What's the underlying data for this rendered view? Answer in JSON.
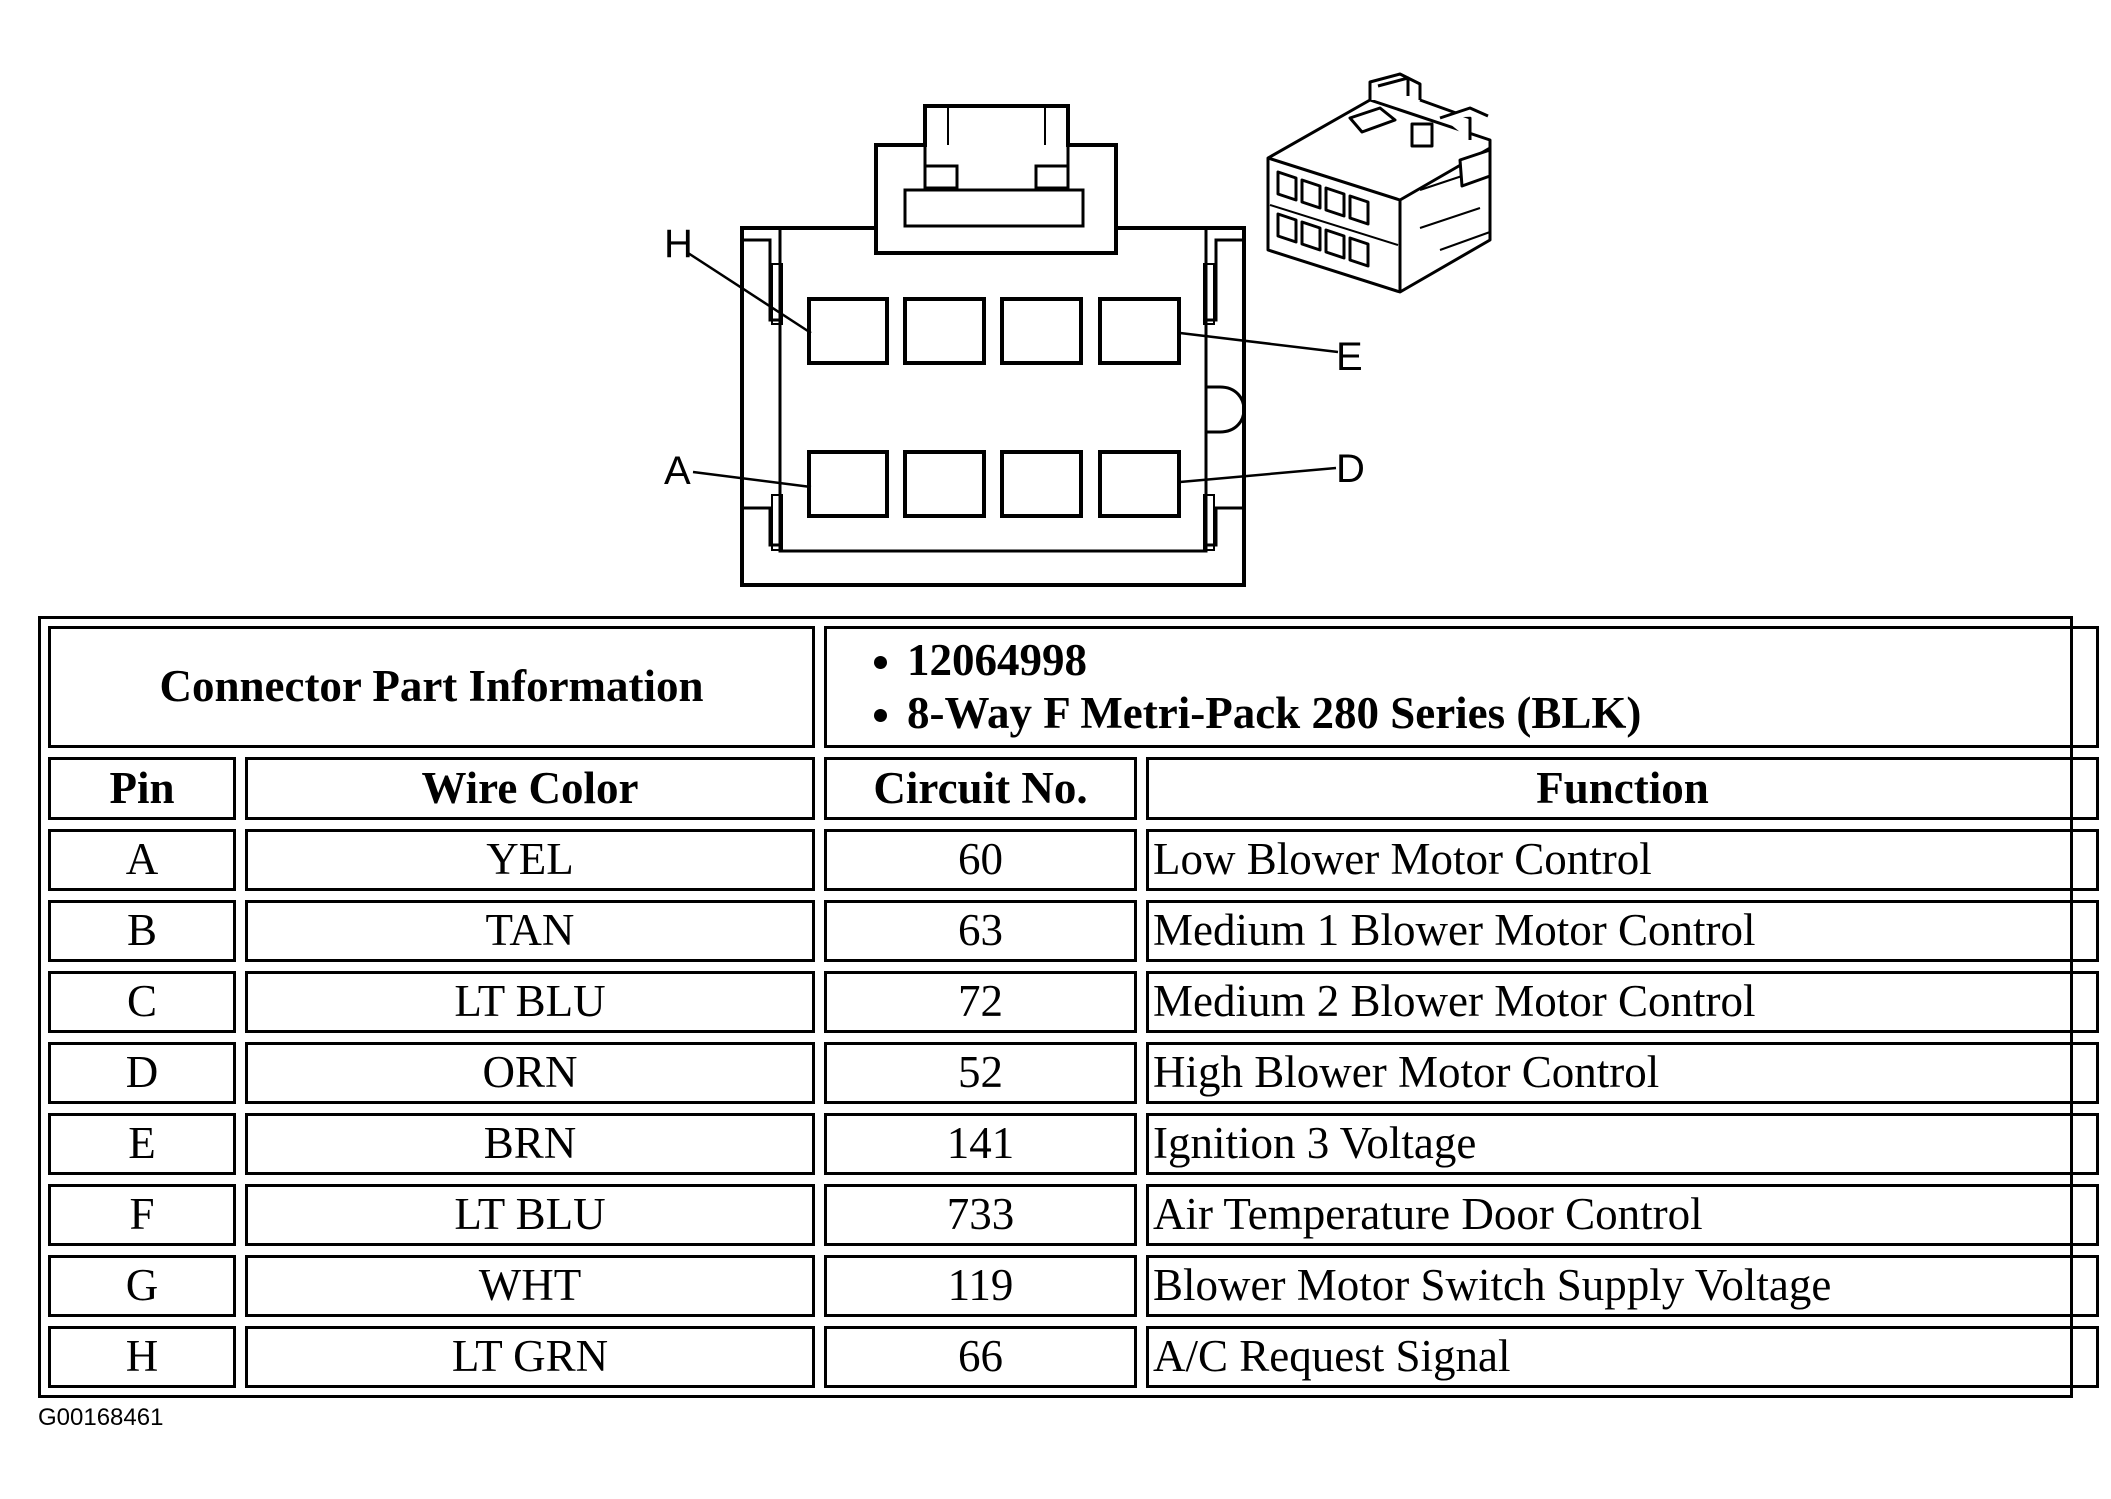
{
  "connector": {
    "pin_labels": {
      "top_left": "H",
      "top_right": "E",
      "bottom_left": "A",
      "bottom_right": "D"
    }
  },
  "part_info": {
    "heading": "Connector Part Information",
    "items": [
      "12064998",
      "8-Way F Metri-Pack 280 Series (BLK)"
    ]
  },
  "table": {
    "headers": [
      "Pin",
      "Wire Color",
      "Circuit No.",
      "Function"
    ],
    "rows": [
      {
        "pin": "A",
        "wire_color": "YEL",
        "circuit": "60",
        "function": "Low Blower Motor Control"
      },
      {
        "pin": "B",
        "wire_color": "TAN",
        "circuit": "63",
        "function": "Medium 1 Blower Motor Control"
      },
      {
        "pin": "C",
        "wire_color": "LT BLU",
        "circuit": "72",
        "function": "Medium 2 Blower Motor Control"
      },
      {
        "pin": "D",
        "wire_color": "ORN",
        "circuit": "52",
        "function": "High Blower Motor Control"
      },
      {
        "pin": "E",
        "wire_color": "BRN",
        "circuit": "141",
        "function": "Ignition 3 Voltage"
      },
      {
        "pin": "F",
        "wire_color": "LT BLU",
        "circuit": "733",
        "function": "Air Temperature Door Control"
      },
      {
        "pin": "G",
        "wire_color": "WHT",
        "circuit": "119",
        "function": "Blower Motor Switch Supply Voltage"
      },
      {
        "pin": "H",
        "wire_color": "LT GRN",
        "circuit": "66",
        "function": "A/C Request Signal"
      }
    ]
  },
  "figure_id": "G00168461"
}
